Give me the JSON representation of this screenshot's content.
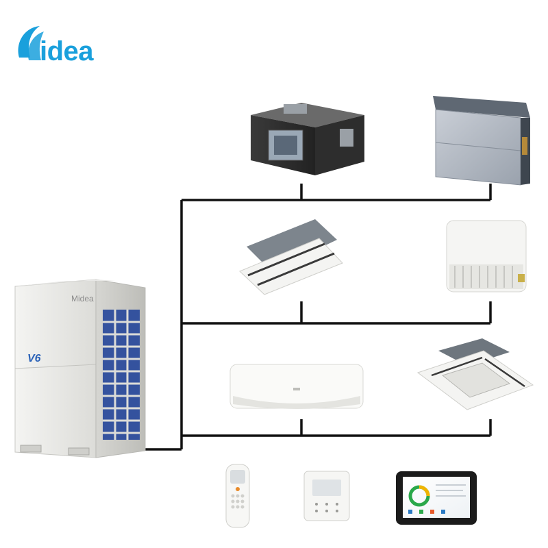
{
  "brand": {
    "name": "Midea",
    "logo_letter": "M",
    "logo_rest": "idea",
    "color": "#1aa0dc"
  },
  "outdoor_unit": {
    "brand_label": "Midea",
    "model_badge": "V6",
    "fin_color": "#2b4b9b"
  },
  "line_color": "#111111",
  "indoor_units": [
    {
      "name": "ducted-unit-high-static",
      "row": 1,
      "col": "left"
    },
    {
      "name": "floor-concealed-unit",
      "row": 1,
      "col": "right"
    },
    {
      "name": "two-way-cassette-unit",
      "row": 2,
      "col": "left"
    },
    {
      "name": "ceiling-floor-unit",
      "row": 2,
      "col": "right"
    },
    {
      "name": "wall-mounted-unit",
      "row": 3,
      "col": "left"
    },
    {
      "name": "four-way-cassette-unit",
      "row": 3,
      "col": "right"
    }
  ],
  "controllers": [
    {
      "name": "remote-controller"
    },
    {
      "name": "wired-controller"
    },
    {
      "name": "touch-screen-controller"
    }
  ]
}
